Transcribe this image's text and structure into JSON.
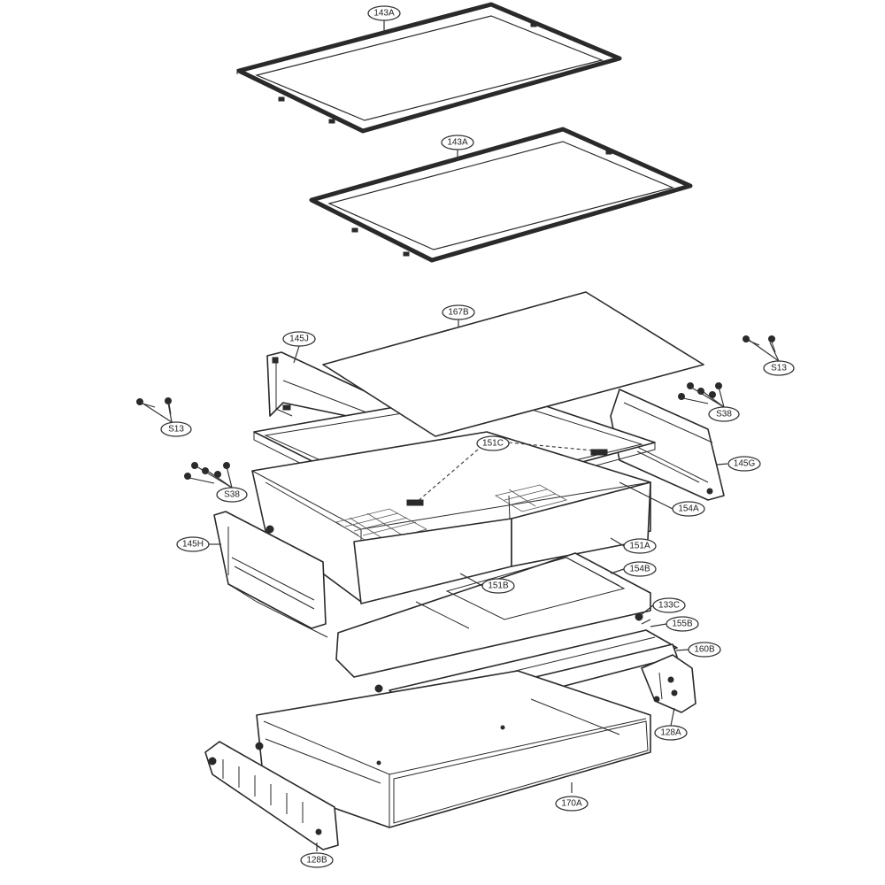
{
  "labels": [
    {
      "id": "143A-top",
      "text": "143A"
    },
    {
      "id": "143A-mid",
      "text": "143A"
    },
    {
      "id": "167B",
      "text": "167B"
    },
    {
      "id": "145J",
      "text": "145J"
    },
    {
      "id": "S13-right",
      "text": "S13"
    },
    {
      "id": "S13-left",
      "text": "S13"
    },
    {
      "id": "S38-right",
      "text": "S38"
    },
    {
      "id": "S38-left",
      "text": "S38"
    },
    {
      "id": "151C",
      "text": "151C"
    },
    {
      "id": "145G",
      "text": "145G"
    },
    {
      "id": "154A",
      "text": "154A"
    },
    {
      "id": "145H",
      "text": "145H"
    },
    {
      "id": "151A",
      "text": "151A"
    },
    {
      "id": "154B",
      "text": "154B"
    },
    {
      "id": "151B",
      "text": "151B"
    },
    {
      "id": "133C",
      "text": "133C"
    },
    {
      "id": "155B",
      "text": "155B"
    },
    {
      "id": "160B",
      "text": "160B"
    },
    {
      "id": "128A",
      "text": "128A"
    },
    {
      "id": "170A",
      "text": "170A"
    },
    {
      "id": "128B",
      "text": "128B"
    }
  ]
}
